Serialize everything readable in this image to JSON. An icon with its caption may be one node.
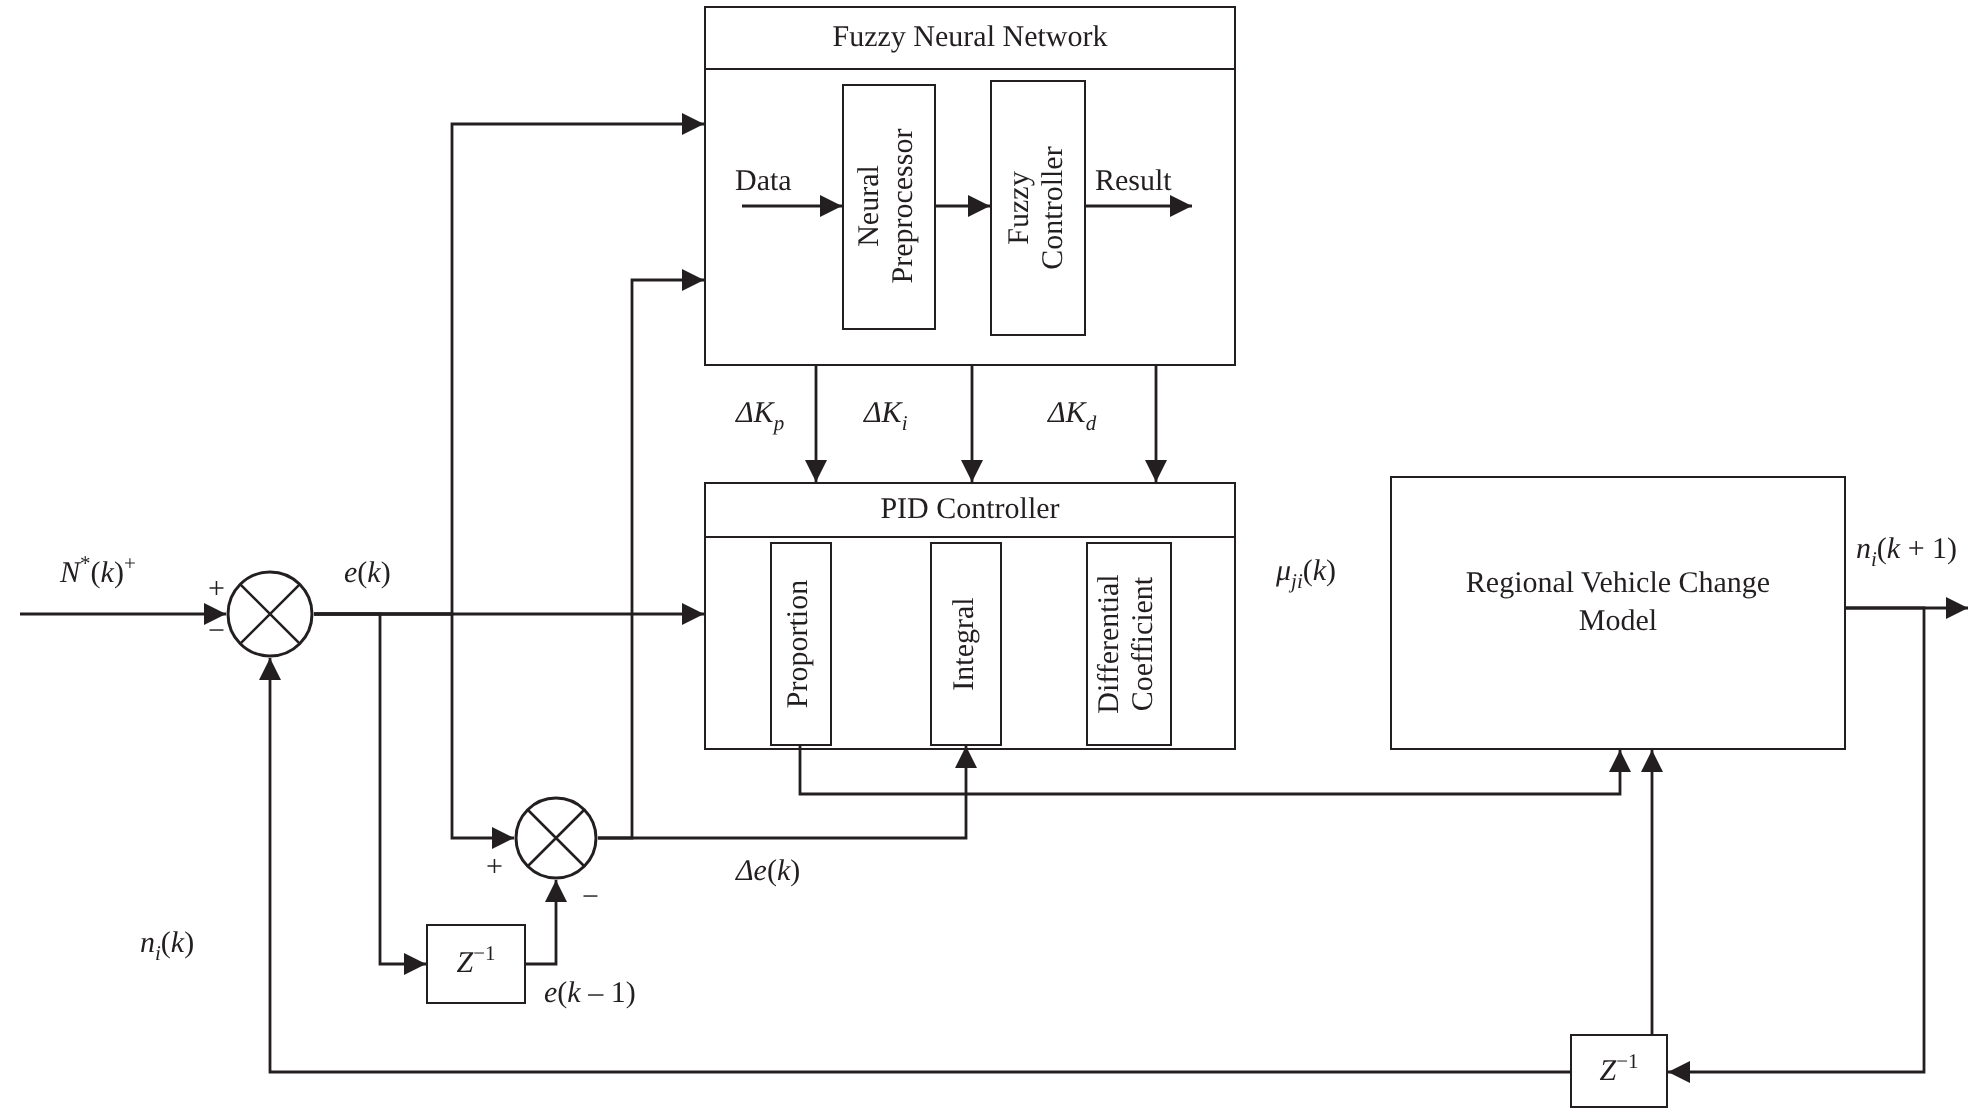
{
  "diagram": {
    "nodes": [
      {
        "text": [
          "Fuzzy Neural Network"
        ]
      },
      {
        "text": [
          "Neural Preprocessor"
        ],
        "in": 0
      },
      {
        "text": [
          "Fuzzy Controller"
        ],
        "in": 0
      },
      {
        "text": [
          "Data"
        ],
        "in": 0
      },
      {
        "text": [
          "Result"
        ],
        "in": 0
      },
      {
        "text": [
          "PID Controller"
        ]
      },
      {
        "text": [
          "Proportion"
        ],
        "in": 5
      },
      {
        "text": [
          "Integral"
        ],
        "in": 5
      },
      {
        "text": [
          "Differential Coefficient"
        ],
        "in": 5
      },
      {
        "text": [
          "Regional Vehicle Change Model"
        ]
      },
      {
        "text": [],
        "shape": "circle"
      },
      {
        "text": [],
        "shape": "circle"
      },
      {
        "text": [
          "*Z*$^{−1}$"
        ]
      },
      {
        "text": [
          "*Z*$^{−1}$"
        ]
      }
    ],
    "edges": [
      {
        "from": null,
        "to": 10,
        "arrow": "to"
      },
      {
        "from": 3,
        "to": 1,
        "arrow": "to"
      },
      {
        "from": 1,
        "to": 2,
        "arrow": "to"
      },
      {
        "from": 2,
        "to": 4,
        "arrow": "to"
      },
      {
        "from": 0,
        "to": 5,
        "arrow": "to",
        "label": "*ΔK*$_{p}$"
      },
      {
        "from": 0,
        "to": 5,
        "arrow": "to",
        "label": "*ΔK*$_{i}$"
      },
      {
        "from": 0,
        "to": 5,
        "arrow": "to",
        "label": "*ΔK*$_{d}$"
      },
      {
        "from": 10,
        "to": 5,
        "arrow": "to"
      },
      {
        "from": 10,
        "to": 12,
        "arrow": "to"
      },
      {
        "from": 10,
        "to": 0,
        "arrow": "to"
      },
      {
        "from": 10,
        "to": 11,
        "arrow": "to"
      },
      {
        "from": 12,
        "to": 11,
        "arrow": "to"
      },
      {
        "from": 11,
        "to": 0,
        "arrow": "to"
      },
      {
        "from": 11,
        "to": 7,
        "arrow": "to"
      },
      {
        "from": 6,
        "to": 9,
        "arrow": "to"
      },
      {
        "from": 9,
        "to": null,
        "arrow": "to"
      },
      {
        "from": 9,
        "to": 13,
        "arrow": "to"
      },
      {
        "from": 13,
        "to": 10,
        "arrow": "to"
      },
      {
        "from": 13,
        "to": 9,
        "arrow": "to"
      }
    ],
    "labels": [
      "*N*$^{*}$(*k*)$^{+}$",
      "*e*(*k*)",
      "*μ*$_{ji}$(*k*)",
      "*n*$_{i}$(*k* + 1)",
      "+",
      "−",
      "+",
      "*Δe*(*k*)",
      "−",
      "*n*$_{i}$(*k*)",
      "*e*(*k* – 1)"
    ]
  }
}
